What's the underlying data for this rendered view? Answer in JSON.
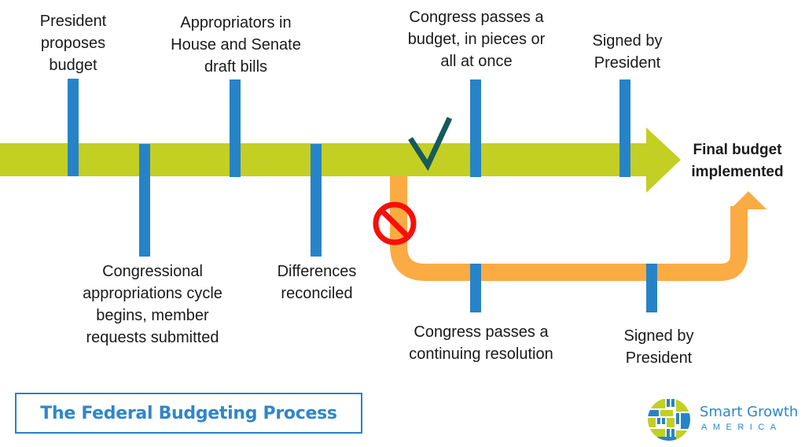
{
  "title": "The Federal Budgeting Process",
  "colors": {
    "main_path": "#c3cf23",
    "alt_path": "#fbab43",
    "marker": "#2783c8",
    "check": "#165a5a",
    "prohibit": "#f70f0a",
    "title_text": "#2f86c9"
  },
  "main_path": {
    "steps": [
      {
        "id": "president-proposes",
        "label": "President\nproposes\nbudget",
        "side": "above"
      },
      {
        "id": "appropriations-cycle",
        "label": "Congressional\nappropriations cycle\nbegins, member\nrequests submitted",
        "side": "below"
      },
      {
        "id": "appropriators-draft",
        "label": "Appropriators in\nHouse and Senate\ndraft bills",
        "side": "above"
      },
      {
        "id": "differences-reconciled",
        "label": "Differences\nreconciled",
        "side": "below"
      },
      {
        "id": "congress-passes-budget",
        "label": "Congress passes a\nbudget, in pieces or\nall at once",
        "side": "above"
      },
      {
        "id": "signed-by-president",
        "label": "Signed by\nPresident",
        "side": "above"
      }
    ],
    "success_icon": "check-icon"
  },
  "alt_path": {
    "steps": [
      {
        "id": "continuing-resolution",
        "label": "Congress passes a\ncontinuing resolution",
        "side": "below"
      },
      {
        "id": "cr-signed-by-president",
        "label": "Signed by\nPresident",
        "side": "below"
      }
    ],
    "failure_icon": "prohibit-icon"
  },
  "outcome": "Final budget\nimplemented",
  "logo": {
    "name": "Smart Growth",
    "sub": "AMERICA"
  }
}
